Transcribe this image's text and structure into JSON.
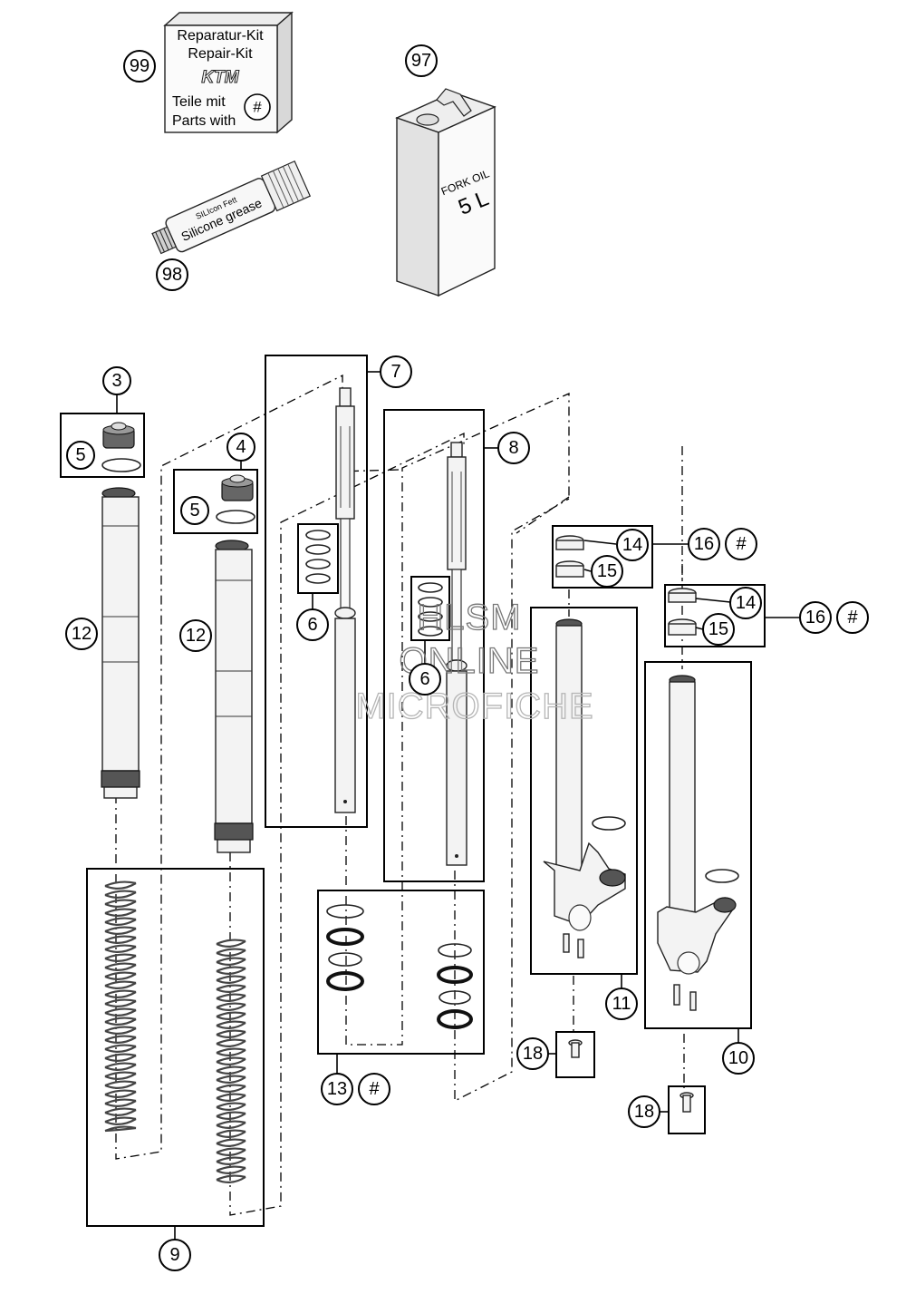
{
  "repair_kit_box": {
    "line1": "Reparatur-Kit",
    "line2": "Repair-Kit",
    "brand": "KTM",
    "line3": "Teile mit",
    "line4": "Parts with",
    "symbol": "#"
  },
  "oil_can": {
    "line1": "FORK OIL",
    "line2": "5 L"
  },
  "grease_tube": {
    "brand": "SILIcon Fett",
    "label": "Silicone grease"
  },
  "watermark": {
    "line1": "HLSM",
    "line2": "ONLINE",
    "line3": "MICROFICHE"
  },
  "callouts": {
    "c99": "99",
    "c97": "97",
    "c98": "98",
    "c3": "3",
    "c5a": "5",
    "c4": "4",
    "c5b": "5",
    "c7": "7",
    "c8": "8",
    "c6a": "6",
    "c6b": "6",
    "c12a": "12",
    "c12b": "12",
    "c14a": "14",
    "c15a": "15",
    "c16a": "16",
    "c16a_hash": "#",
    "c14b": "14",
    "c15b": "15",
    "c16b": "16",
    "c16b_hash": "#",
    "c11": "11",
    "c10": "10",
    "c13": "13",
    "c13_hash": "#",
    "c18a": "18",
    "c18b": "18",
    "c9": "9"
  },
  "colors": {
    "line": "#000000",
    "part_fill": "#f3f3f3",
    "background": "#ffffff"
  }
}
